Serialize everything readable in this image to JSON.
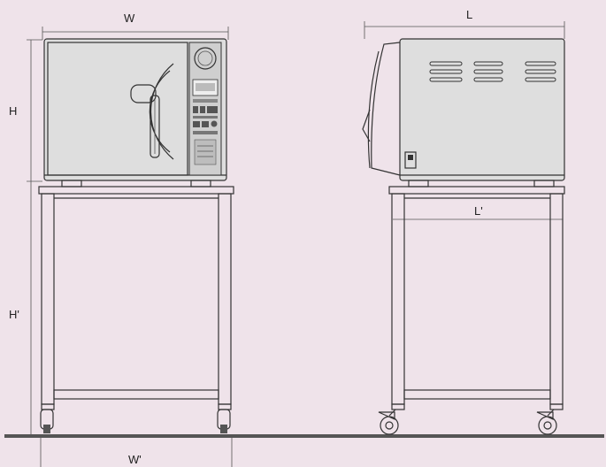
{
  "labels": {
    "width": "W",
    "height": "H",
    "stand_height": "H'",
    "stand_width": "W'",
    "length": "L",
    "stand_length": "L'"
  },
  "colors": {
    "background": "#efe3ea",
    "line": "#333333",
    "body": "#dedede",
    "floor": "#555555"
  }
}
